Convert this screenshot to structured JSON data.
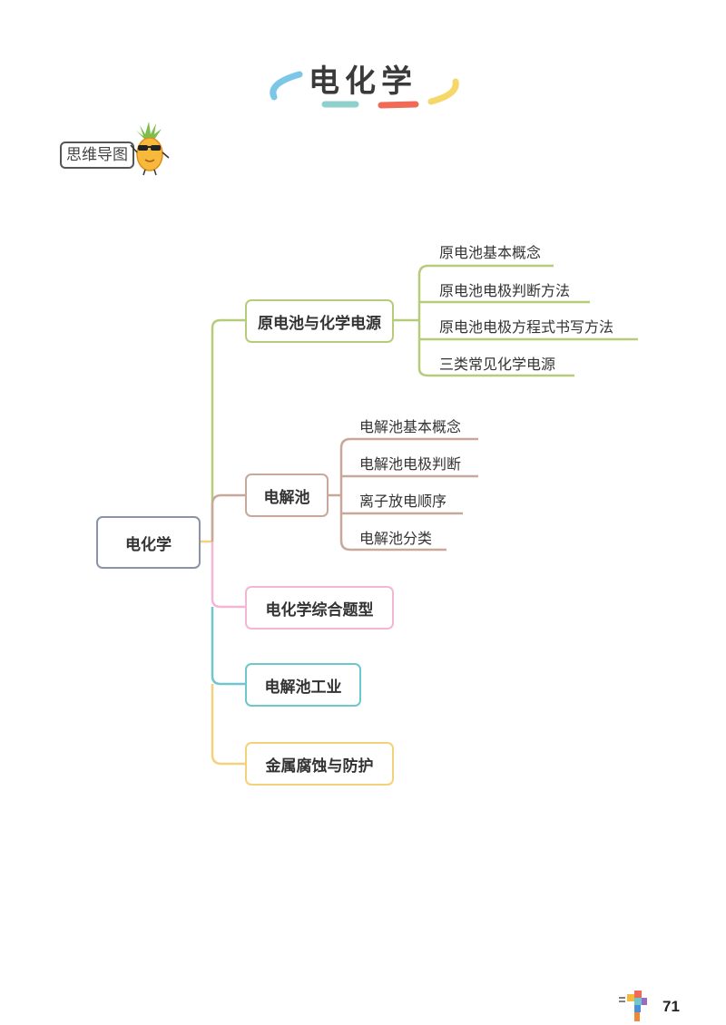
{
  "header": {
    "title": "电化学",
    "accent_colors": [
      "#7cc6e8",
      "#8fd0cc",
      "#f06a55",
      "#f6d86a"
    ]
  },
  "badge": {
    "label": "思维导图"
  },
  "mindmap": {
    "root": {
      "label": "电化学",
      "color": "#8a94a6"
    },
    "branches": [
      {
        "label": "原电池与化学电源",
        "color": "#b7cc7a",
        "children": [
          "原电池基本概念",
          "原电池电极判断方法",
          "原电池电极方程式书写方法",
          "三类常见化学电源"
        ]
      },
      {
        "label": "电解池",
        "color": "#c7a89a",
        "children": [
          "电解池基本概念",
          "电解池电极判断",
          "离子放电顺序",
          "电解池分类"
        ]
      },
      {
        "label": "电化学综合题型",
        "color": "#f2b6d6",
        "children": []
      },
      {
        "label": "电解池工业",
        "color": "#6ec6cf",
        "children": []
      },
      {
        "label": "金属腐蚀与防护",
        "color": "#f4d27a",
        "children": []
      }
    ]
  },
  "footer": {
    "page_number": "71"
  }
}
